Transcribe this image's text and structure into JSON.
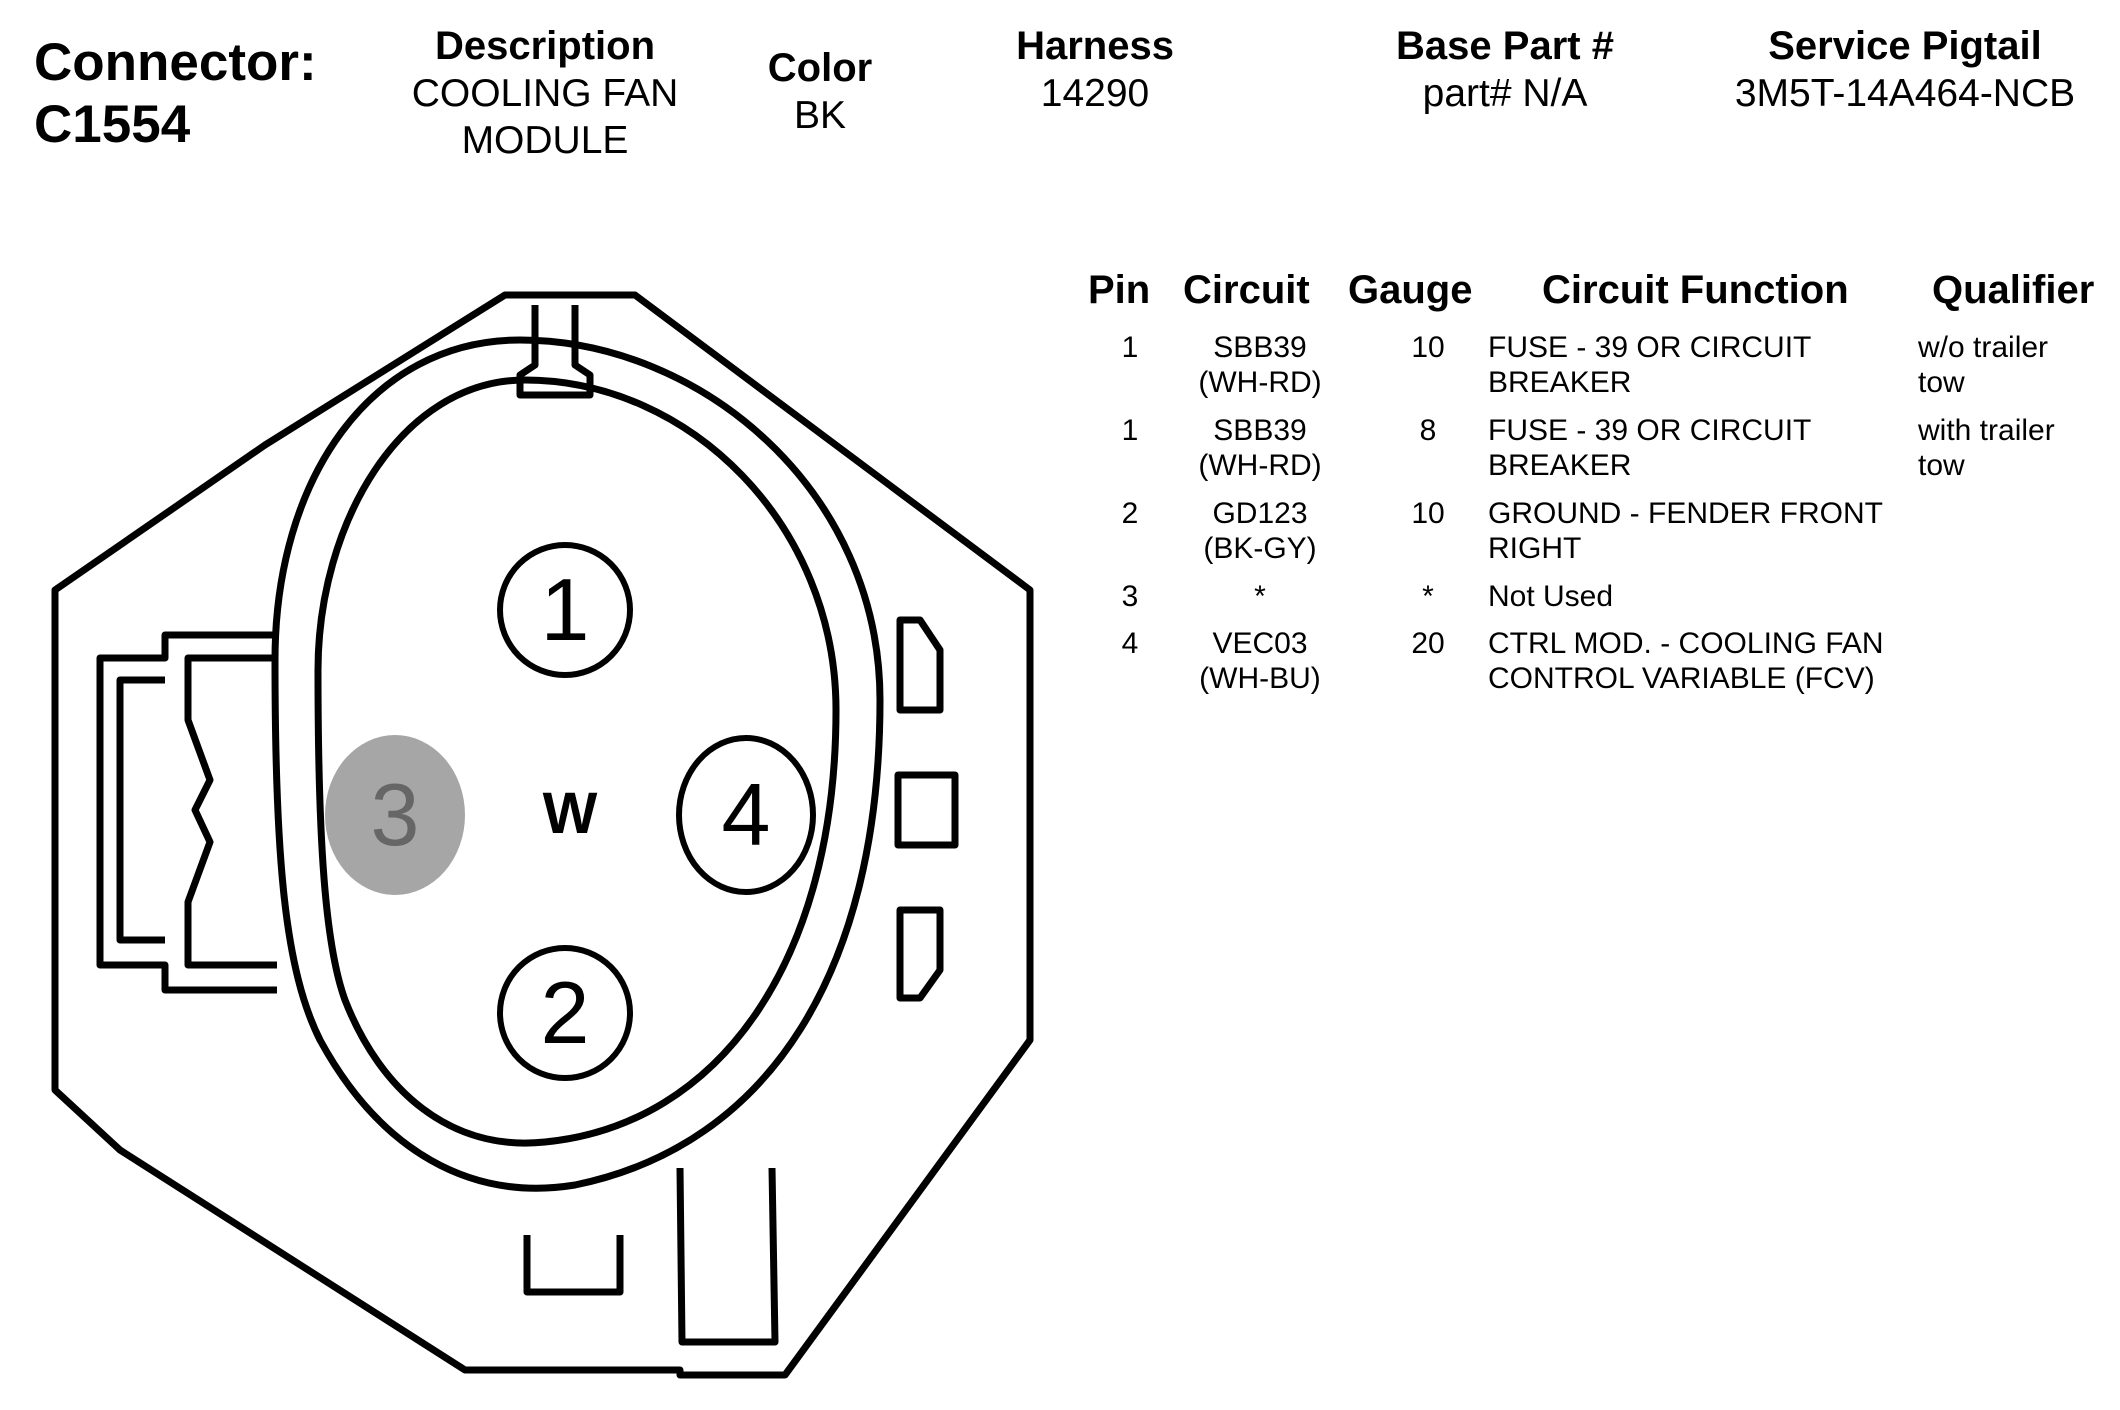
{
  "connector": {
    "label": "Connector:",
    "id": "C1554"
  },
  "header": {
    "description": {
      "label": "Description",
      "value": "COOLING FAN\nMODULE"
    },
    "color": {
      "label": "Color",
      "value": "BK"
    },
    "harness": {
      "label": "Harness",
      "value": "14290"
    },
    "base_part": {
      "label": "Base Part #",
      "value": "part# N/A"
    },
    "service_pigtail": {
      "label": "Service Pigtail",
      "value": "3M5T-14A464-NCB"
    }
  },
  "table": {
    "headers": [
      "Pin",
      "Circuit",
      "Gauge",
      "Circuit Function",
      "Qualifier"
    ],
    "rows": [
      {
        "pin": "1",
        "circuit": "SBB39\n(WH-RD)",
        "gauge": "10",
        "function": "FUSE - 39 OR CIRCUIT\nBREAKER",
        "qualifier": "w/o trailer\ntow"
      },
      {
        "pin": "1",
        "circuit": "SBB39\n(WH-RD)",
        "gauge": "8",
        "function": "FUSE - 39 OR CIRCUIT\nBREAKER",
        "qualifier": "with trailer\ntow"
      },
      {
        "pin": "2",
        "circuit": "GD123\n(BK-GY)",
        "gauge": "10",
        "function": "GROUND - FENDER FRONT\nRIGHT",
        "qualifier": ""
      },
      {
        "pin": "3",
        "circuit": "*",
        "gauge": "*",
        "function": "Not Used",
        "qualifier": ""
      },
      {
        "pin": "4",
        "circuit": "VEC03\n(WH-BU)",
        "gauge": "20",
        "function": "CTRL MOD. - COOLING FAN\nCONTROL VARIABLE (FCV)",
        "qualifier": ""
      }
    ]
  },
  "diagram": {
    "pins": [
      {
        "label": "1",
        "used": true
      },
      {
        "label": "2",
        "used": true
      },
      {
        "label": "3",
        "used": false
      },
      {
        "label": "4",
        "used": true
      }
    ],
    "center_mark": "W",
    "colors": {
      "line": "#000000",
      "unused_pin_fill": "#a6a6a6",
      "unused_pin_text": "#666666"
    }
  }
}
